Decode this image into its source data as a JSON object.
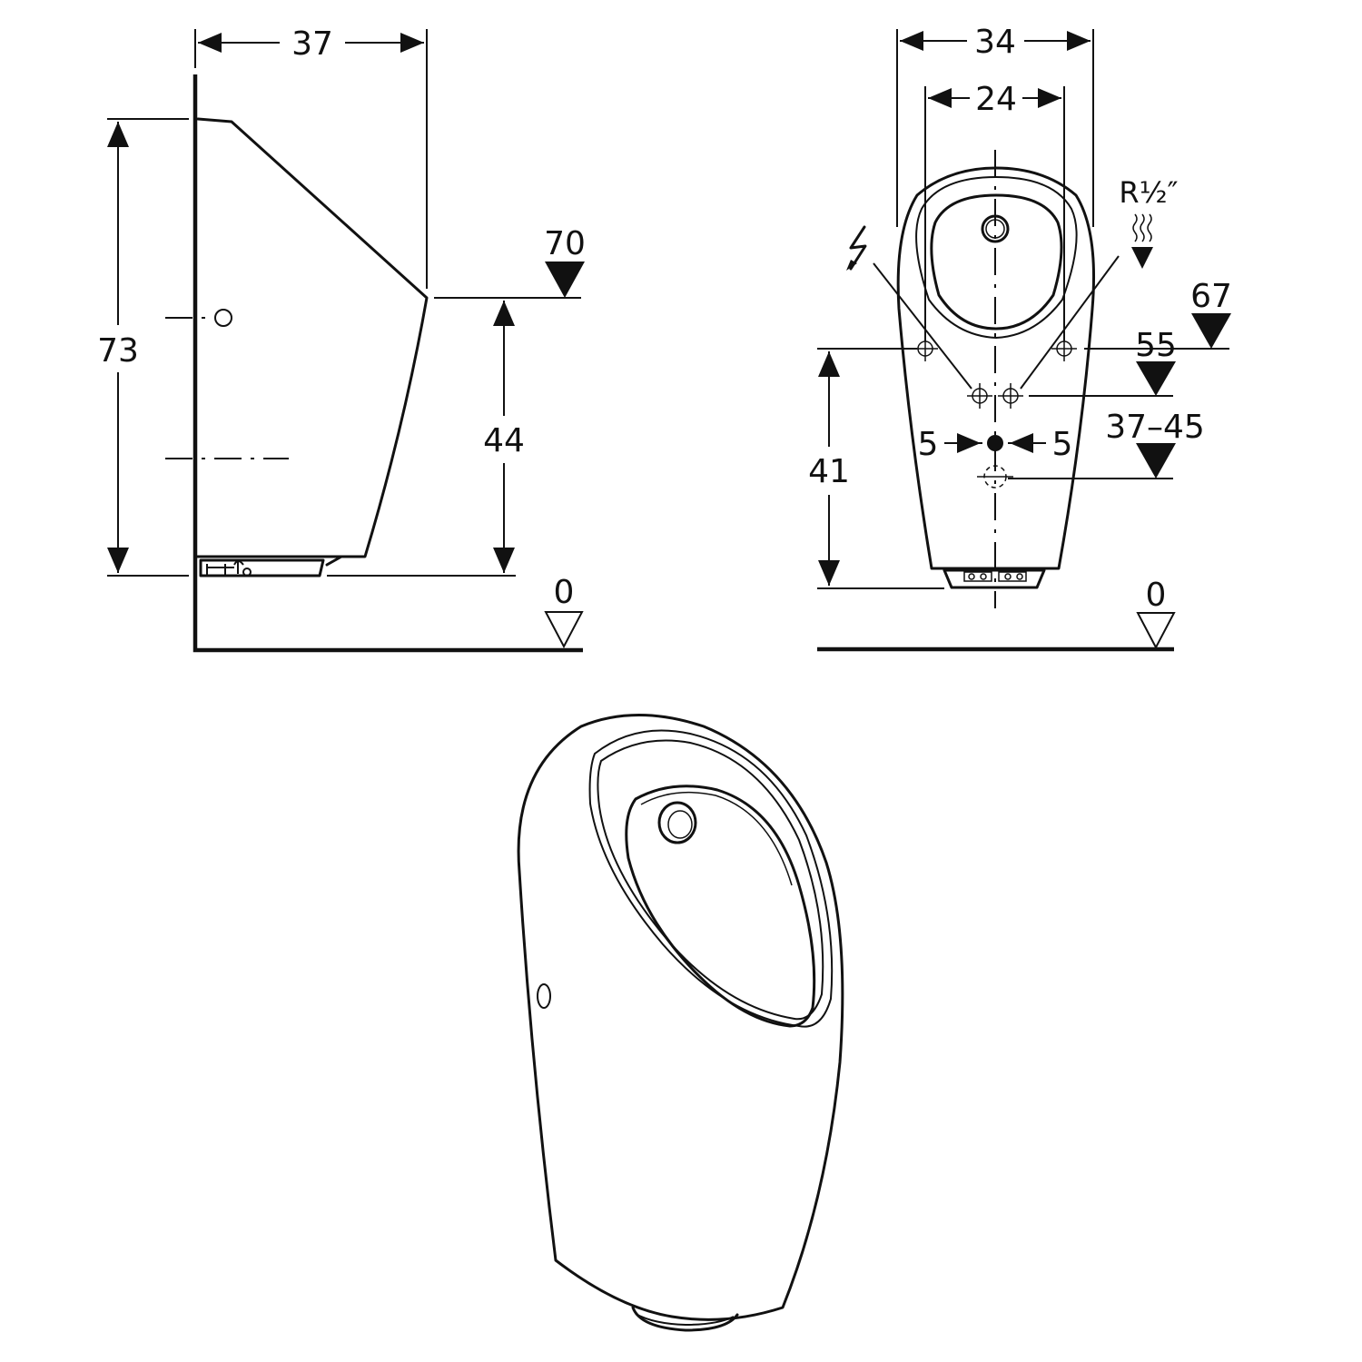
{
  "side_view": {
    "width": "37",
    "height": "73",
    "rim_height": "44",
    "rim_level": "70",
    "floor_level": "0"
  },
  "front_view": {
    "overall_width": "34",
    "inner_width": "24",
    "water_connection": "R½″",
    "electrical_level": "67",
    "connection_level": "55",
    "offset_left": "5",
    "offset_right": "5",
    "drain_level": "37–45",
    "bottom_height": "41",
    "floor_level": "0"
  },
  "icons": {
    "electrical": "lightning-bolt-icon",
    "water": "water-supply-icon"
  }
}
